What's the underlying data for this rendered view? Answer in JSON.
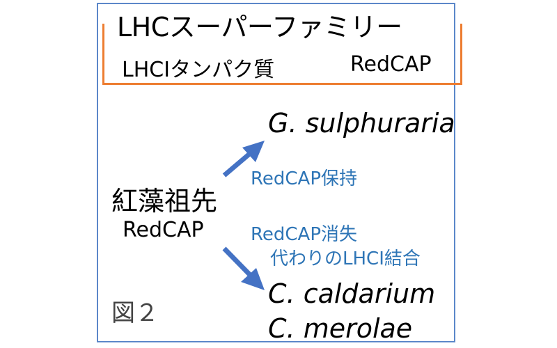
{
  "header": {
    "title": "LHCスーパーファミリー",
    "member_1": "LHCIタンパク質",
    "member_2": "RedCAP"
  },
  "ancestor": {
    "label": "紅藻祖先",
    "protein": "RedCAP"
  },
  "branches": {
    "upper": {
      "species": "G. sulphuraria",
      "event": "RedCAP保持"
    },
    "lower": {
      "species_1": "C. caldarium",
      "species_2": "C. merolae",
      "event_1": "RedCAP消失",
      "event_2": "代わりのLHCI結合"
    }
  },
  "figure_label": "図２",
  "colors": {
    "frame": "#5b87c9",
    "bracket": "#ed7d31",
    "arrow": "#4472c4",
    "annotation_text": "#2e75b6"
  }
}
